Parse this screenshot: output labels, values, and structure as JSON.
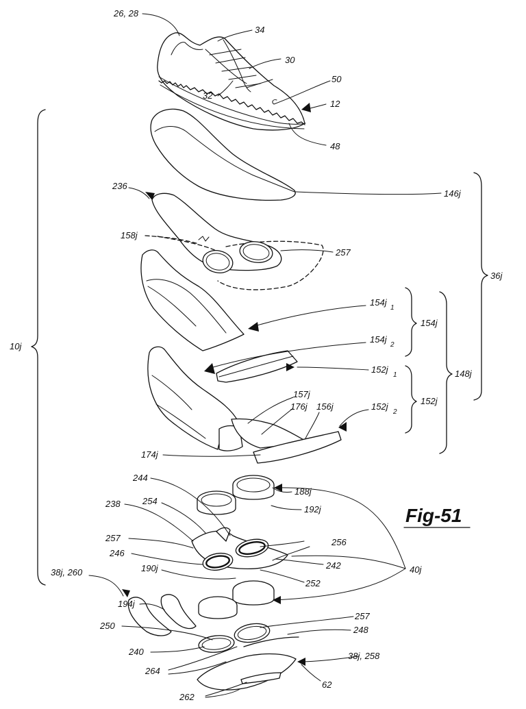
{
  "figure": {
    "title": "Fig-51"
  },
  "labels": {
    "l_26_28": "26, 28",
    "l_34": "34",
    "l_30": "30",
    "l_50": "50",
    "l_32": "32",
    "l_12": "12",
    "l_48": "48",
    "l_146j": "146j",
    "l_236": "236",
    "l_158j": "158j",
    "l_257a": "257",
    "l_36j": "36j",
    "l_154j1": "154j",
    "l_154j1_sub": "1",
    "l_154j": "154j",
    "l_154j2": "154j",
    "l_154j2_sub": "2",
    "l_10j": "10j",
    "l_152j1": "152j",
    "l_152j1_sub": "1",
    "l_148j": "148j",
    "l_157j": "157j",
    "l_176j": "176j",
    "l_156j": "156j",
    "l_152j2": "152j",
    "l_152j2_sub": "2",
    "l_152j": "152j",
    "l_174j": "174j",
    "l_244": "244",
    "l_188j": "188j",
    "l_192j": "192j",
    "l_238": "238",
    "l_254": "254",
    "l_257b": "257",
    "l_256": "256",
    "l_246": "246",
    "l_242": "242",
    "l_190j": "190j",
    "l_40j": "40j",
    "l_252": "252",
    "l_38j_260": "38j, 260",
    "l_194j": "194j",
    "l_257c": "257",
    "l_250": "250",
    "l_248": "248",
    "l_240": "240",
    "l_38j_258": "38j, 258",
    "l_264": "264",
    "l_62": "62",
    "l_262": "262"
  }
}
